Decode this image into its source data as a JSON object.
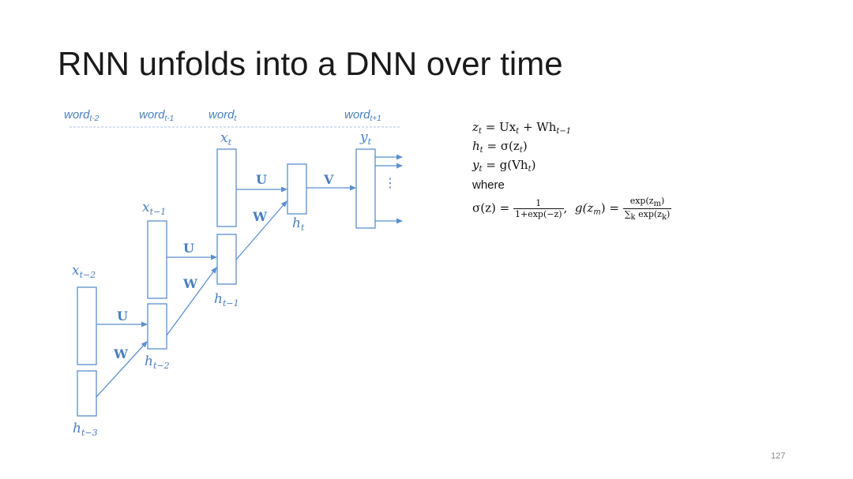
{
  "slide": {
    "title": "RNN unfolds into a DNN over time",
    "page_number": "127"
  },
  "words": [
    {
      "base": "word",
      "sub": "t-2"
    },
    {
      "base": "word",
      "sub": "t-1"
    },
    {
      "base": "word",
      "sub": "t"
    },
    {
      "base": "word",
      "sub": "t+1"
    }
  ],
  "inputs": [
    {
      "base": "x",
      "sub": "t−2"
    },
    {
      "base": "x",
      "sub": "t−1"
    },
    {
      "base": "x",
      "sub": "t"
    }
  ],
  "hidden": [
    {
      "base": "h",
      "sub": "t−3"
    },
    {
      "base": "h",
      "sub": "t−2"
    },
    {
      "base": "h",
      "sub": "t−1"
    },
    {
      "base": "h",
      "sub": "t"
    }
  ],
  "output": {
    "base": "y",
    "sub": "t"
  },
  "weights": {
    "U": "U",
    "W": "W",
    "V": "V"
  },
  "ellipsis": "⋮",
  "equations": {
    "eq1": {
      "lhs": "z",
      "lhs_sub": "t",
      "rhs": "= Ux",
      "rhs_sub": "t",
      "rhs2": " + Wh",
      "rhs2_sub": "t−1"
    },
    "eq2": {
      "lhs": "h",
      "lhs_sub": "t",
      "rhs": "= σ(z",
      "rhs_sub": "t",
      "rhs_end": ")"
    },
    "eq3": {
      "lhs": "y",
      "lhs_sub": "t",
      "rhs": "= g(Vh",
      "rhs_sub": "t",
      "rhs_end": ")"
    },
    "where": "where",
    "sigma_lhs": "σ(z) =",
    "sigma_num": "1",
    "sigma_den": "1+exp(−z)",
    "g_lhs": "g(z",
    "g_lhs_sub": "m",
    "g_lhs_end": ") =",
    "g_num": "exp(z",
    "g_num_sub": "m",
    "g_num_end": ")",
    "g_den": "∑",
    "g_den_sub": "k",
    "g_den_rest": " exp(z",
    "g_den_rest_sub": "k",
    "g_den_end": ")"
  },
  "colors": {
    "accent": "#4a7fc1",
    "box": "#5b8fd0",
    "text": "#111111"
  }
}
